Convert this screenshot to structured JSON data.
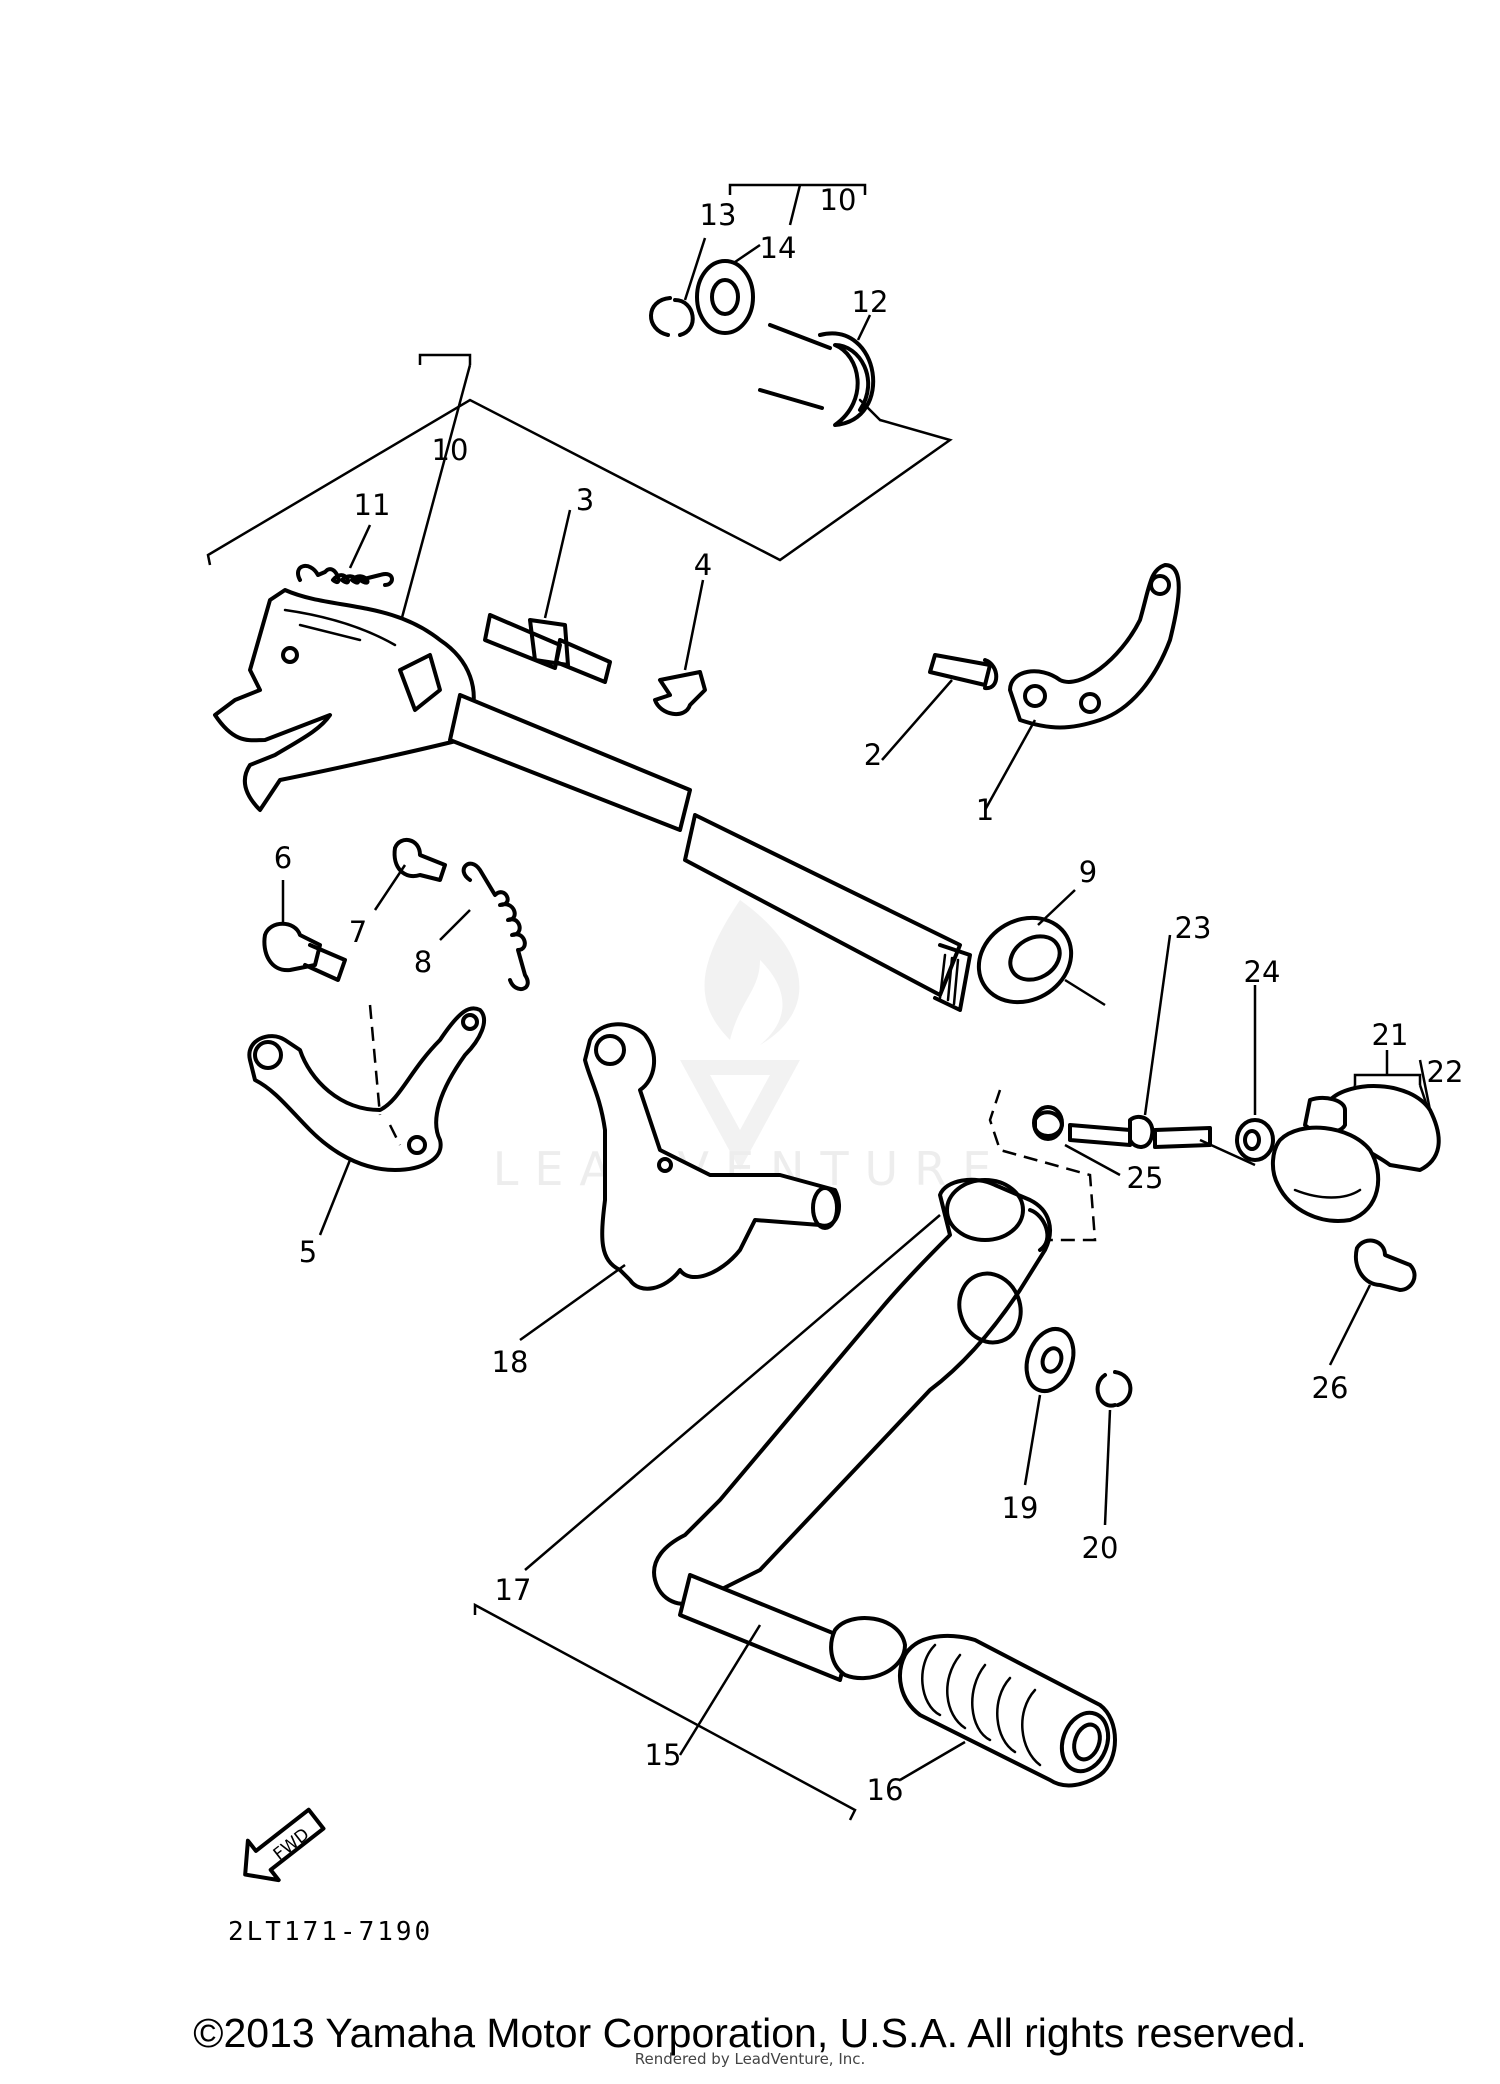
{
  "diagram": {
    "drawing_code": "2LT171-7190",
    "direction_marker": "FWD",
    "callouts": [
      "1",
      "2",
      "3",
      "4",
      "5",
      "6",
      "7",
      "8",
      "9",
      "10",
      "10",
      "11",
      "12",
      "13",
      "14",
      "15",
      "16",
      "17",
      "18",
      "19",
      "20",
      "21",
      "22",
      "23",
      "24",
      "25",
      "26"
    ],
    "watermark": {
      "text": "LEADVENTURE"
    }
  },
  "footer": {
    "copyright": "©2013 Yamaha Motor Corporation, U.S.A. All rights reserved.",
    "rendered_by": "Rendered by LeadVenture, Inc."
  }
}
